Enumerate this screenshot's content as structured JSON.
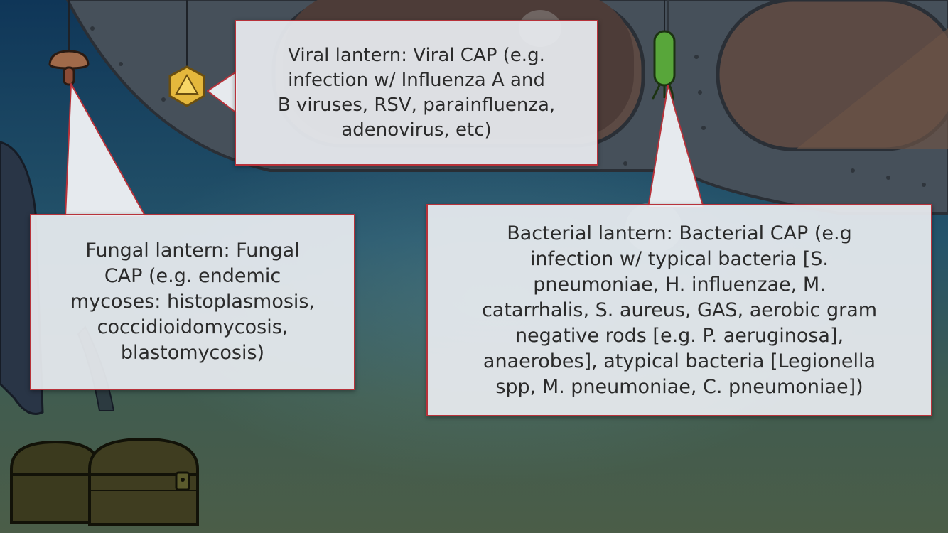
{
  "scene": {
    "colors": {
      "water_top": "#103a5c",
      "water_bottom": "#4a5e4a",
      "callout_bg": "#e8ecf0",
      "callout_border": "#b8323a",
      "text": "#2b2b2b"
    },
    "icons": [
      "mushroom-lantern-icon",
      "virus-lantern-icon",
      "bacteria-lantern-icon",
      "treasure-chest-icon"
    ]
  },
  "callouts": {
    "viral": "Viral lantern: Viral CAP (e.g.\ninfection w/ Influenza A and\nB viruses, RSV, parainfluenza,\nadenovirus, etc)",
    "fungal": "Fungal lantern: Fungal\nCAP (e.g. endemic\nmycoses: histoplasmosis,\ncoccidioidomycosis,\nblastomycosis)",
    "bacterial": "Bacterial lantern: Bacterial CAP (e.g\ninfection w/ typical bacteria [S.\npneumoniae, H. influenzae, M.\ncatarrhalis, S. aureus, GAS, aerobic gram\nnegative rods [e.g. P. aeruginosa],\nanaerobes], atypical bacteria [Legionella\nspp, M. pneumoniae, C. pneumoniae])"
  }
}
